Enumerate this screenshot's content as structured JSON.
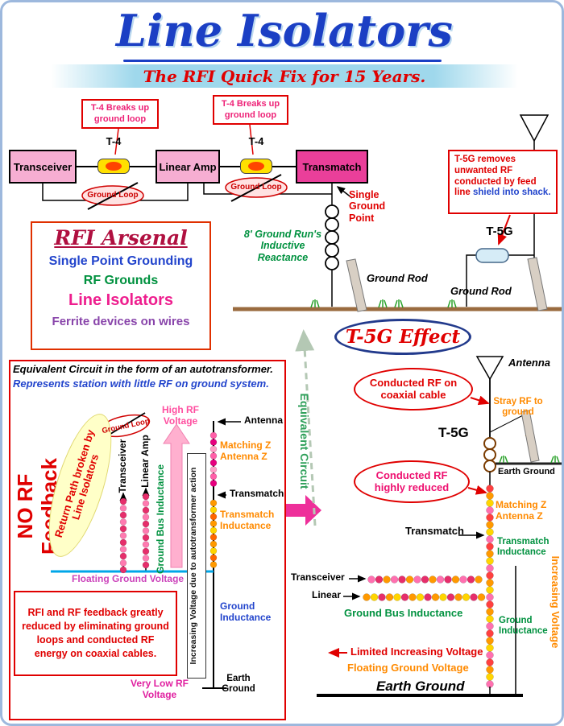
{
  "palette": {
    "title_blue": "#1b3fc4",
    "red": "#e00000",
    "magenta": "#ee1e8e",
    "green": "#00913f",
    "orange": "#ff8a00",
    "blue": "#2244cc",
    "purple": "#8844aa",
    "pink_box": "#f6aed2",
    "deep_pink_box": "#ea3f9a",
    "yellow_device": "#ffe000"
  },
  "header": {
    "title": "Line Isolators",
    "subtitle": "The RFI Quick Fix for 15 Years."
  },
  "top_diagram": {
    "t4_note_1": "T-4 Breaks up ground loop",
    "t4_note_2": "T-4 Breaks up ground loop",
    "transceiver": "Transceiver",
    "t4_label_1": "T-4",
    "linear_amp": "Linear Amp",
    "t4_label_2": "T-4",
    "transmatch": "Transmatch",
    "ground_loop_1": "Ground Loop",
    "ground_loop_2": "Ground Loop",
    "single_ground_point": "Single Ground Point",
    "ground_run_note": "8' Ground Run's Inductive Reactance",
    "ground_rod_1": "Ground Rod",
    "ground_rod_2": "Ground Rod",
    "t5g_note_red": "T-5G removes unwanted RF conducted by feed line",
    "t5g_note_blue": "shield into shack.",
    "t5g_label": "T-5G"
  },
  "arsenal": {
    "title": "RFI Arsenal",
    "items": [
      {
        "label": "Single Point Grounding",
        "color": "#2244cc"
      },
      {
        "label": "RF Grounds",
        "color": "#00913f"
      },
      {
        "label": "Line Isolators",
        "color": "#ee1e8e"
      },
      {
        "label": "Ferrite devices on wires",
        "color": "#8844aa"
      }
    ]
  },
  "t5g_effect_title": "T-5G Effect",
  "left_panel": {
    "heading_line1": "Equivalent Circuit in the form of an autotransformer.",
    "heading_line2": "Represents station with little RF on ground system.",
    "no_rf_feedback": "NO RF Feedback",
    "return_path": "Return Path broken by Line Isolators",
    "ground_loop": "Ground Loop",
    "transceiver": "Transceiver",
    "linear_amp": "Linear Amp",
    "high_rf_voltage": "High RF Voltage",
    "ground_bus_inductance": "Ground Bus Inductance",
    "increasing_voltage_note": "Increasing Voltage due to autotransformer action",
    "antenna": "Antenna",
    "matching_z": "Matching Z Antenna Z",
    "transmatch": "Transmatch",
    "transmatch_inductance": "Transmatch Inductance",
    "ground_inductance": "Ground Inductance",
    "floating_ground_voltage": "Floating Ground Voltage",
    "reduction_note": "RFI and RF feedback greatly reduced by eliminating ground loops and conducted RF energy on coaxial cables.",
    "very_low_rf_voltage": "Very Low RF Voltage",
    "earth_ground": "Earth Ground"
  },
  "middle": {
    "equivalent_circuit": "Equivalent Circuit"
  },
  "right_panel": {
    "antenna": "Antenna",
    "conducted_rf_on_coax": "Conducted RF on coaxial cable",
    "stray_rf": "Stray RF to ground",
    "t5g_label": "T-5G",
    "earth_ground_top": "Earth Ground",
    "conducted_rf_reduced": "Conducted RF highly reduced",
    "matching_z": "Matching Z Antenna Z",
    "transmatch": "Transmatch",
    "transmatch_inductance": "Transmatch Inductance",
    "transceiver": "Transceiver",
    "linear": "Linear",
    "ground_bus_inductance": "Ground Bus Inductance",
    "ground_inductance": "Ground Inductance",
    "limited_increasing_voltage": "Limited Increasing Voltage",
    "floating_ground_voltage": "Floating Ground Voltage",
    "earth_ground": "Earth Ground",
    "increasing_voltage": "Increasing Voltage"
  }
}
